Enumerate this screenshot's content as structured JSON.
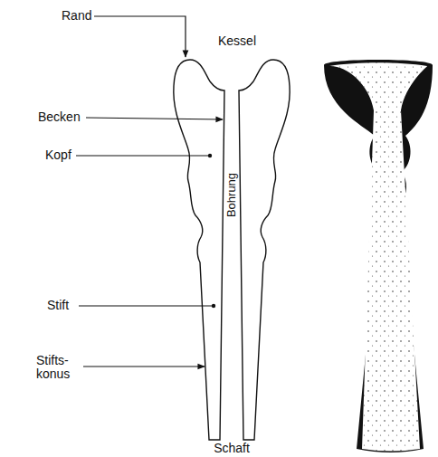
{
  "diagram": {
    "labels": [
      "Rand",
      "Kessel",
      "Becken",
      "Kopf",
      "Bohrung",
      "Stift",
      "Stifts- konus",
      "Schaft"
    ]
  }
}
